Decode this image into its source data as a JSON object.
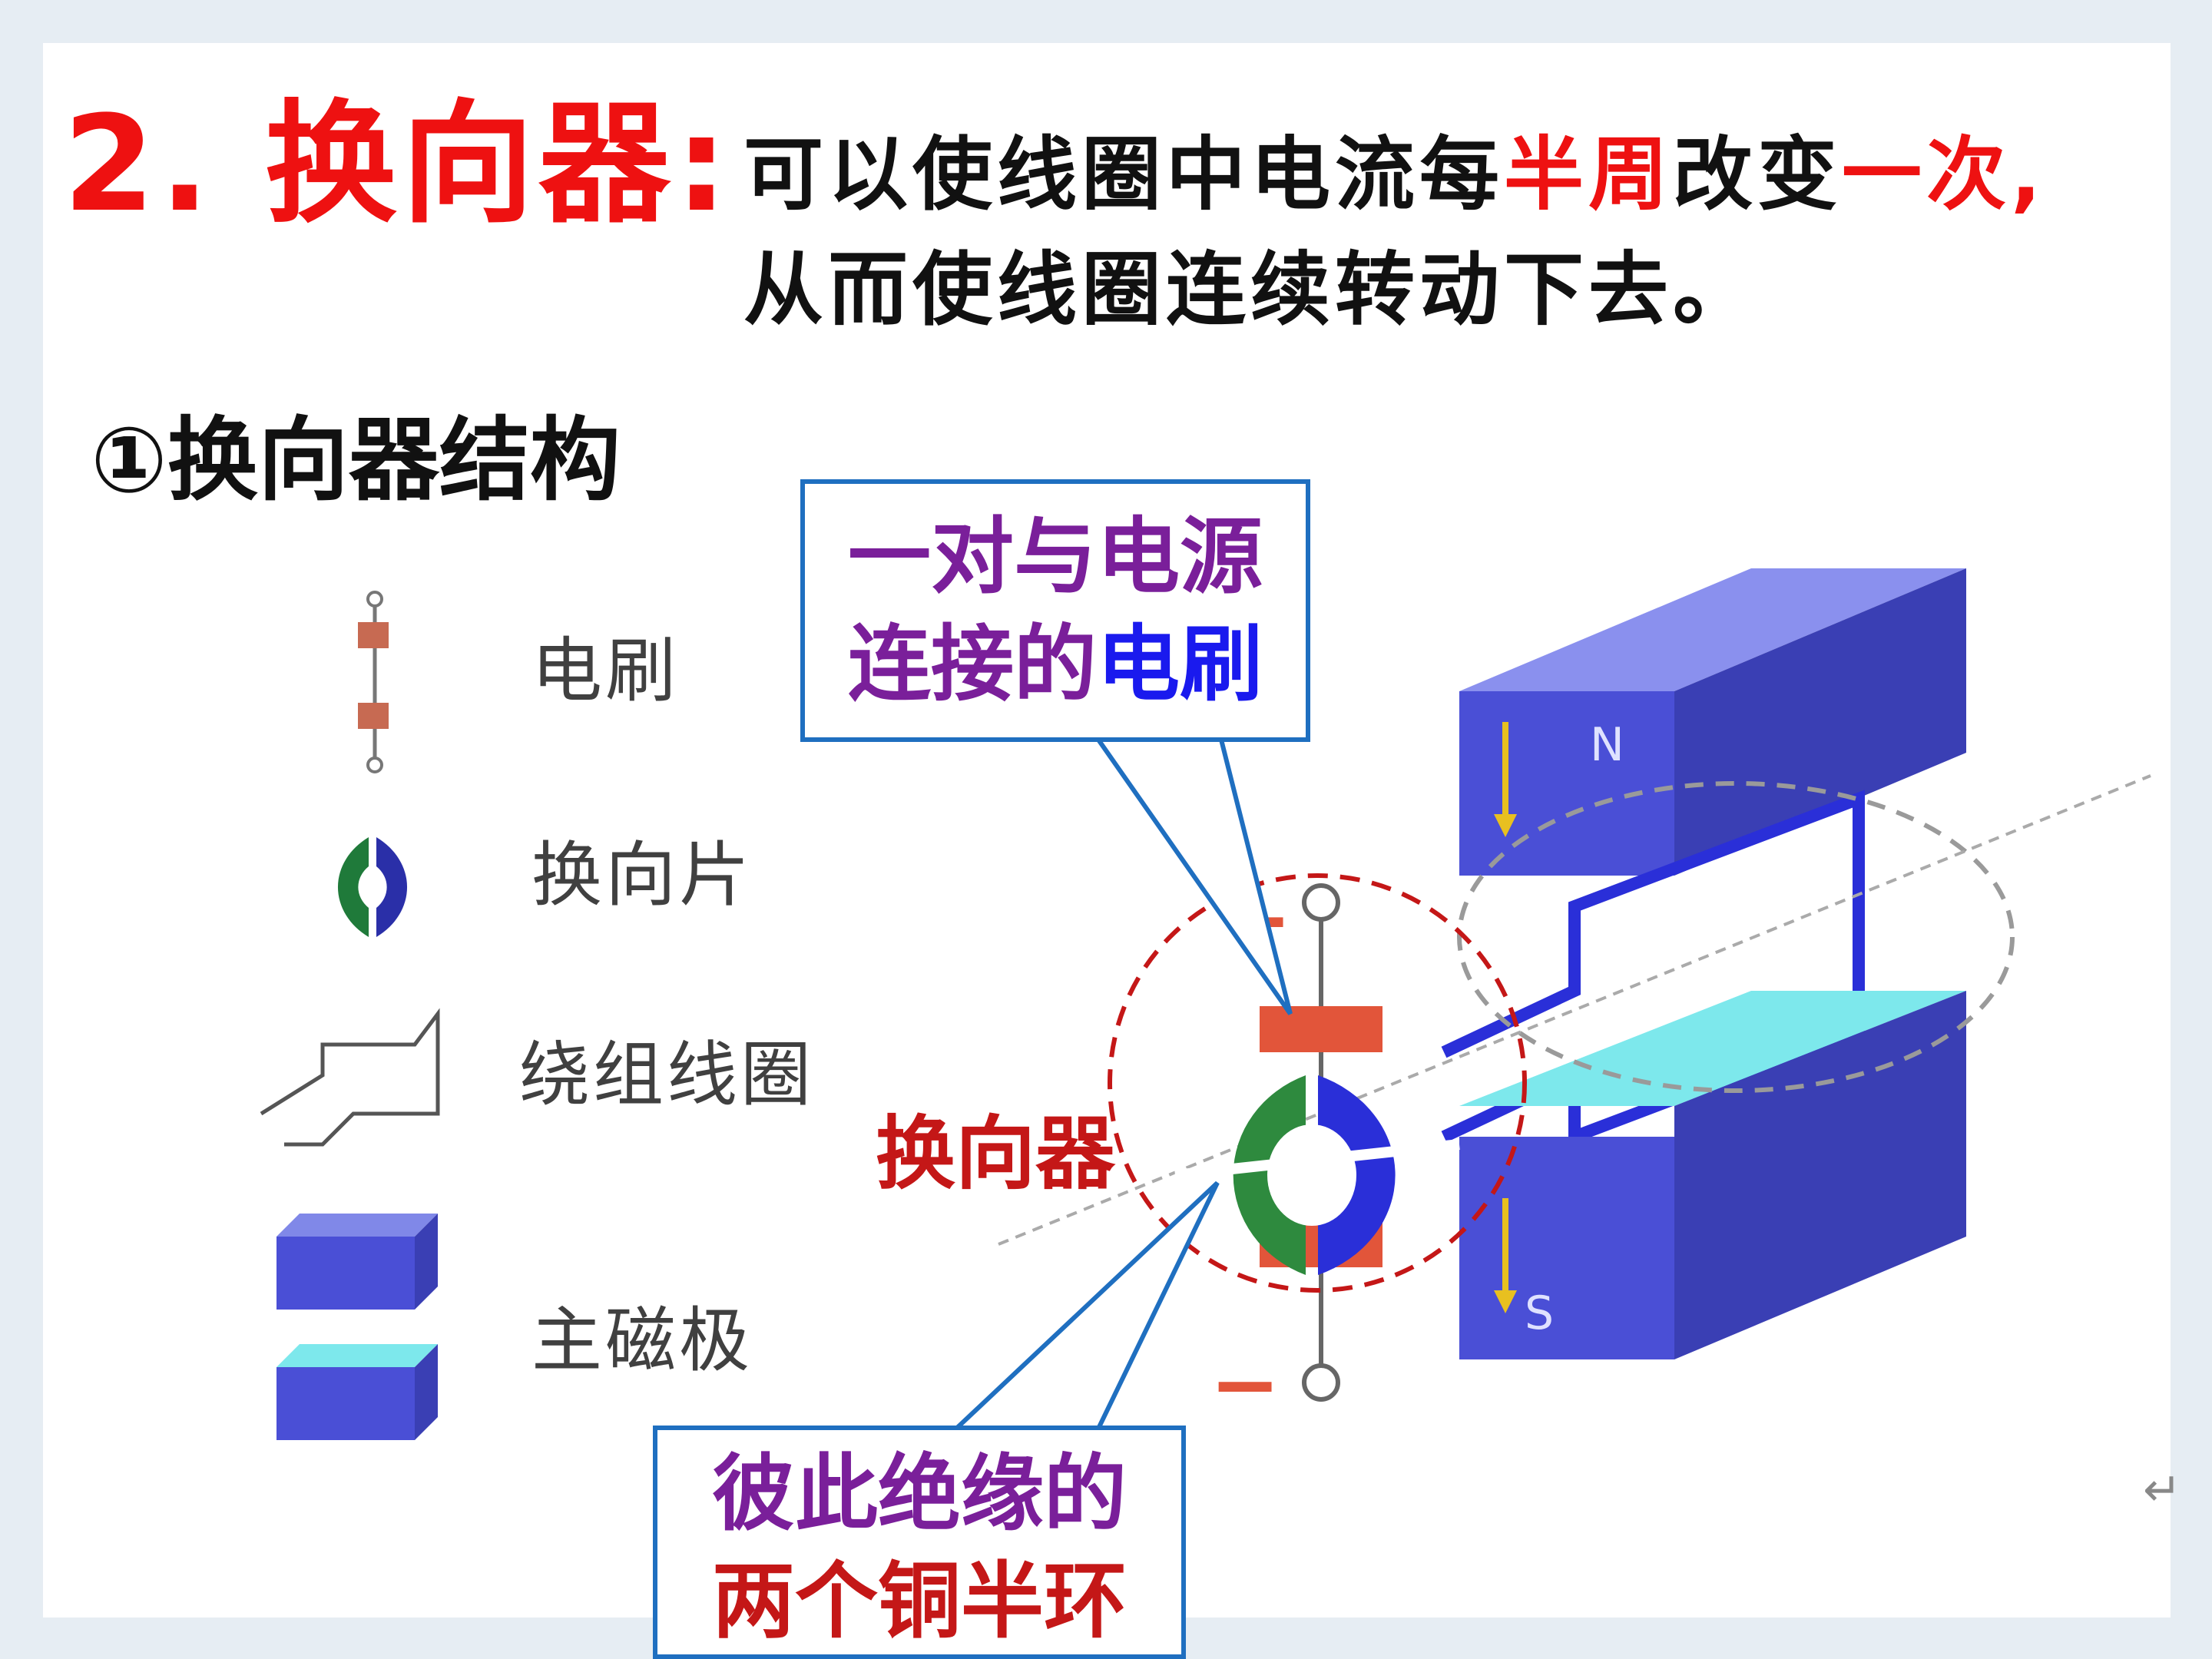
{
  "heading": "2. 换向器:",
  "description": {
    "part1": "可以使线圈中电流每",
    "highlight1": "半周",
    "part2": "改变",
    "highlight2": "一次,",
    "part3": "从而使线圈连续转动下去。"
  },
  "subheading": "①换向器结构",
  "legend": [
    "电刷",
    "换向片",
    "绕组线圈",
    "主磁极"
  ],
  "callout_brush": {
    "line1": "一对与电源",
    "line2a": "连接的",
    "line2b": "电刷"
  },
  "commutator_label": "换向器",
  "callout_rings": {
    "line1": "彼此绝缘的",
    "line2": "两个铜半环"
  },
  "terminals": {
    "plus": "+",
    "minus": "−"
  },
  "pole_labels": {
    "north": "N",
    "south": "S"
  },
  "colors": {
    "red": "#ee1111",
    "purple": "#7a1f9a",
    "blue": "#1a1aee",
    "pole": "#4a4fd6",
    "cyan": "#7de8ec",
    "green": "#2e8a3e",
    "brush": "#e2553a"
  }
}
